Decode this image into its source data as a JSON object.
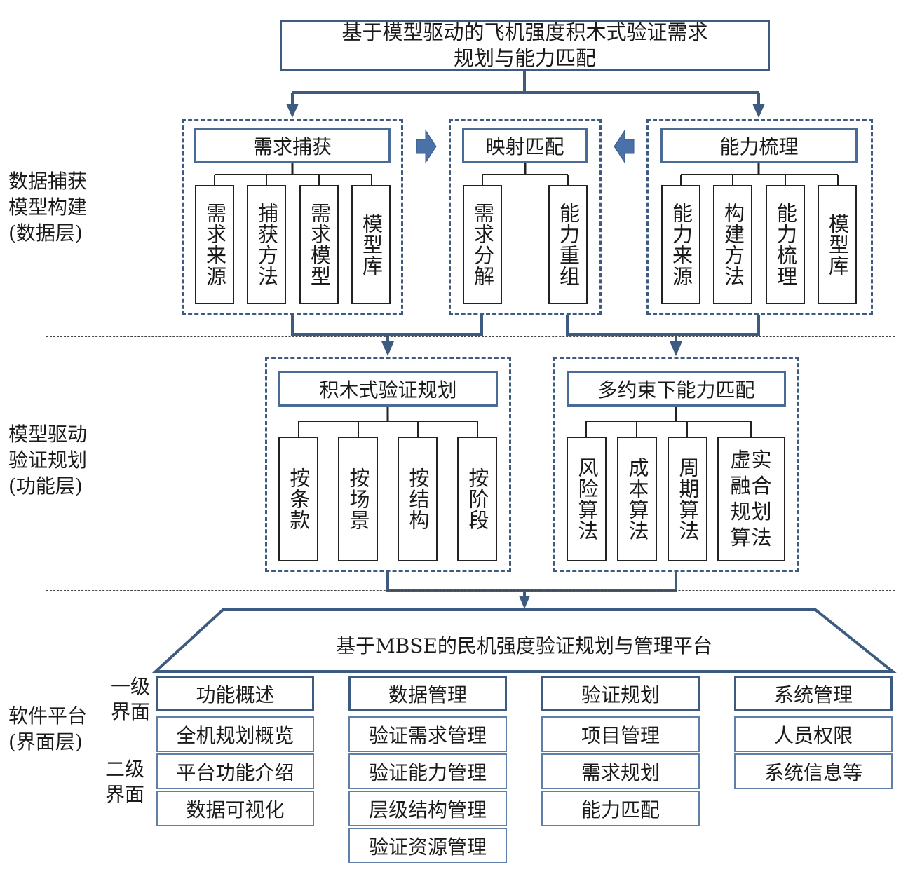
{
  "top_title": {
    "line1": "基于模型驱动的飞机强度积木式验证需求",
    "line2": "规划与能力匹配"
  },
  "layers": {
    "data_layer": [
      "数据捕获",
      "模型构建",
      "(数据层)"
    ],
    "function_layer": [
      "模型驱动",
      "验证规划",
      "(功能层)"
    ],
    "ui_layer": [
      "软件平台",
      "(界面层)"
    ]
  },
  "level_labels": {
    "level1": [
      "一级",
      "界面"
    ],
    "level2": [
      "二级",
      "界面"
    ]
  },
  "data_groups": [
    {
      "title": "需求捕获",
      "children": [
        "需求来源",
        "捕获方法",
        "需求模型",
        "模型库"
      ]
    },
    {
      "title": "映射匹配",
      "children": [
        "需求分解",
        "能力重组"
      ]
    },
    {
      "title": "能力梳理",
      "children": [
        "能力来源",
        "构建方法",
        "能力梳理",
        "模型库"
      ]
    }
  ],
  "function_groups": [
    {
      "title": "积木式验证规划",
      "children": [
        "按条款",
        "按场景",
        "按结构",
        "按阶段"
      ]
    },
    {
      "title": "多约束下能力匹配",
      "children": [
        "风险算法",
        "成本算法",
        "周期算法",
        "虚实融合规划算法"
      ]
    }
  ],
  "platform": {
    "title": "基于MBSE的民机强度验证规划与管理平台",
    "columns": [
      {
        "level1": "功能概述",
        "level2": [
          "全机规划概览",
          "平台功能介绍",
          "数据可视化"
        ]
      },
      {
        "level1": "数据管理",
        "level2": [
          "验证需求管理",
          "验证能力管理",
          "层级结构管理",
          "验证资源管理"
        ]
      },
      {
        "level1": "验证规划",
        "level2": [
          "项目管理",
          "需求规划",
          "能力匹配"
        ]
      },
      {
        "level1": "系统管理",
        "level2": [
          "人员权限",
          "系统信息等"
        ]
      }
    ]
  },
  "colors": {
    "primary_line": "#3d5a80",
    "block_arrow": "#4a72a8"
  }
}
